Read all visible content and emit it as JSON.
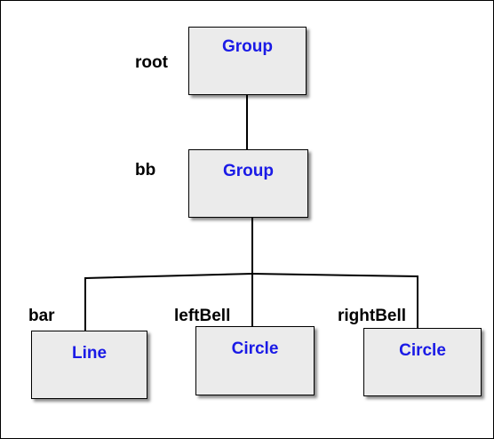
{
  "colors": {
    "node_fill": "#ebebeb",
    "node_text": "#1a1ae6",
    "line": "#000000",
    "label": "#000000"
  },
  "nodes": {
    "root": {
      "var": "root",
      "type": "Group"
    },
    "bb": {
      "var": "bb",
      "type": "Group"
    },
    "bar": {
      "var": "bar",
      "type": "Line"
    },
    "leftBell": {
      "var": "leftBell",
      "type": "Circle"
    },
    "rightBell": {
      "var": "rightBell",
      "type": "Circle"
    }
  },
  "edges": [
    {
      "from": "root",
      "to": "bb"
    },
    {
      "from": "bb",
      "to": "bar"
    },
    {
      "from": "bb",
      "to": "leftBell"
    },
    {
      "from": "bb",
      "to": "rightBell"
    }
  ]
}
